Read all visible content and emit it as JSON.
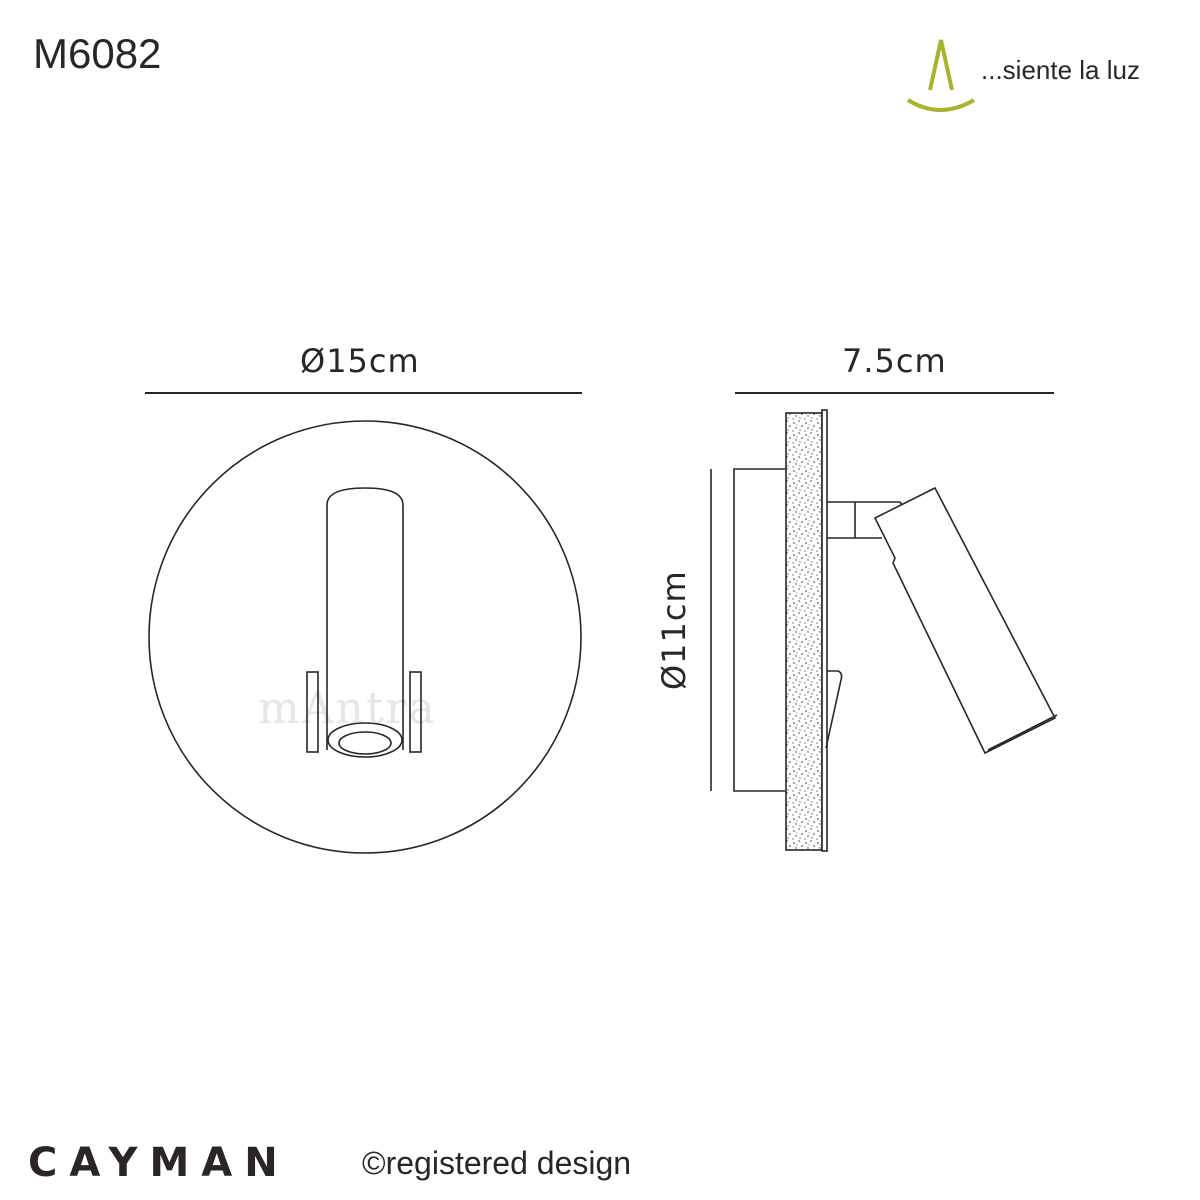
{
  "header": {
    "model_code": "M6082",
    "tagline": "...siente la luz",
    "logo_icon": "lambda-smile-logo-icon",
    "logo_color": "#a8b32e"
  },
  "front_view": {
    "width_label": "Ø15cm",
    "watermark": "mAntra"
  },
  "side_view": {
    "depth_label": "7.5cm",
    "backplate_label": "Ø11cm"
  },
  "footer": {
    "product_name": "CAYMAN",
    "registered": "©registered design"
  },
  "colors": {
    "line": "#2b2626",
    "background": "#ffffff"
  }
}
